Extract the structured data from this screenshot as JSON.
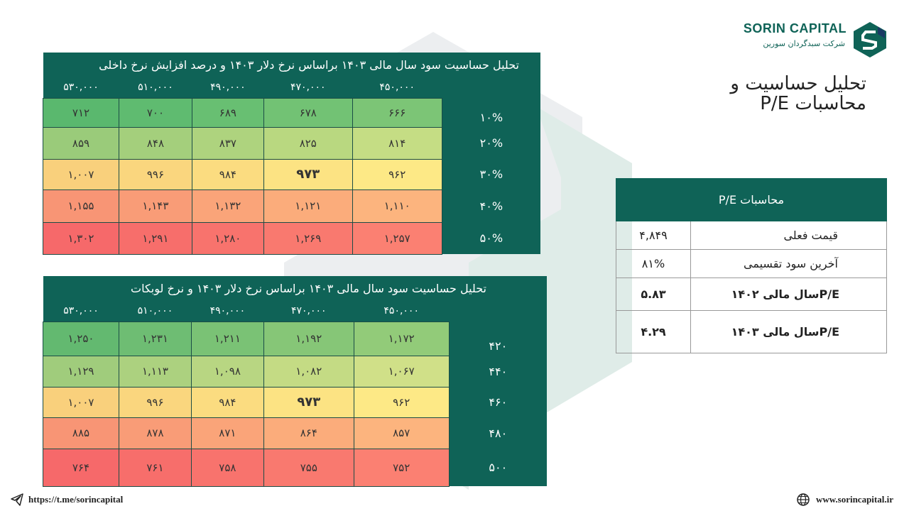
{
  "brand": {
    "name": "SORIN CAPITAL",
    "subtitle": "شرکت سبدگردان سورین"
  },
  "page_title_line1": "تحلیل حساسیت و",
  "page_title_line2": "محاسبات P/E",
  "table1": {
    "title": "تحلیل حساسیت سود سال مالی ۱۴۰۳ براساس نرخ دلار ۱۴۰۳ و درصد افزایش نرخ داخلی",
    "columns": [
      "۴۵۰,۰۰۰",
      "۴۷۰,۰۰۰",
      "۴۹۰,۰۰۰",
      "۵۱۰,۰۰۰",
      "۵۳۰,۰۰۰"
    ],
    "rows": [
      {
        "label": "۱۰%",
        "cells": [
          "۶۶۶",
          "۶۷۸",
          "۶۸۹",
          "۷۰۰",
          "۷۱۲"
        ]
      },
      {
        "label": "۲۰%",
        "cells": [
          "۸۱۴",
          "۸۲۵",
          "۸۳۷",
          "۸۴۸",
          "۸۵۹"
        ]
      },
      {
        "label": "۳۰%",
        "cells": [
          "۹۶۲",
          "۹۷۳",
          "۹۸۴",
          "۹۹۶",
          "۱,۰۰۷"
        ]
      },
      {
        "label": "۴۰%",
        "cells": [
          "۱,۱۱۰",
          "۱,۱۲۱",
          "۱,۱۳۲",
          "۱,۱۴۳",
          "۱,۱۵۵"
        ]
      },
      {
        "label": "۵۰%",
        "cells": [
          "۱,۲۵۷",
          "۱,۲۶۹",
          "۱,۲۸۰",
          "۱,۲۹۱",
          "۱,۳۰۲"
        ]
      }
    ],
    "row_colors": [
      [
        "#7cc576",
        "#72c274",
        "#68bf72",
        "#5fbb70",
        "#5ab86e"
      ],
      [
        "#c5dd84",
        "#b9d880",
        "#aed37e",
        "#a4cf7c",
        "#9acb7a"
      ],
      [
        "#fde986",
        "#fce383",
        "#fbdc80",
        "#fad67e",
        "#f9d07c"
      ],
      [
        "#fcb47e",
        "#fbac7b",
        "#faa479",
        "#f99c77",
        "#f89575"
      ],
      [
        "#fb8072",
        "#f9796f",
        "#f8736d",
        "#f76e6b",
        "#f6696a"
      ]
    ]
  },
  "table2": {
    "title": "تحلیل حساسیت سود سال مالی ۱۴۰۳ براساس نرخ دلار ۱۴۰۳ و نرخ لوبکات",
    "columns": [
      "۴۵۰,۰۰۰",
      "۴۷۰,۰۰۰",
      "۴۹۰,۰۰۰",
      "۵۱۰,۰۰۰",
      "۵۳۰,۰۰۰"
    ],
    "rows": [
      {
        "label": "۴۲۰",
        "cells": [
          "۱,۱۷۲",
          "۱,۱۹۲",
          "۱,۲۱۱",
          "۱,۲۳۱",
          "۱,۲۵۰"
        ]
      },
      {
        "label": "۴۴۰",
        "cells": [
          "۱,۰۶۷",
          "۱,۰۸۲",
          "۱,۰۹۸",
          "۱,۱۱۳",
          "۱,۱۲۹"
        ]
      },
      {
        "label": "۴۶۰",
        "cells": [
          "۹۶۲",
          "۹۷۳",
          "۹۸۴",
          "۹۹۶",
          "۱,۰۰۷"
        ]
      },
      {
        "label": "۴۸۰",
        "cells": [
          "۸۵۷",
          "۸۶۴",
          "۸۷۱",
          "۸۷۸",
          "۸۸۵"
        ]
      },
      {
        "label": "۵۰۰",
        "cells": [
          "۷۵۲",
          "۷۵۵",
          "۷۵۸",
          "۷۶۱",
          "۷۶۴"
        ]
      }
    ],
    "row_colors": [
      [
        "#92cb79",
        "#86c677",
        "#7ac275",
        "#6ebd73",
        "#63b970"
      ],
      [
        "#d0e088",
        "#c4db84",
        "#b8d682",
        "#acd17f",
        "#a0cc7c"
      ],
      [
        "#fde986",
        "#fce383",
        "#fbdc80",
        "#fad67e",
        "#f9d07c"
      ],
      [
        "#fcb47e",
        "#fbac7b",
        "#faa479",
        "#f99c77",
        "#f89575"
      ],
      [
        "#fb8072",
        "#f9796f",
        "#f8736d",
        "#f76e6b",
        "#f6696a"
      ]
    ]
  },
  "highlight": {
    "row": 2,
    "col": 1
  },
  "pe": {
    "header": "محاسبات P/E",
    "rows": [
      {
        "label": "قیمت فعلی",
        "value": "۴,۸۴۹"
      },
      {
        "label": "آخرین سود تقسیمی",
        "value": "۸۱%"
      },
      {
        "label": "P/Eسال مالی ۱۴۰۲",
        "value": "۵.۸۳"
      },
      {
        "label": "P/Eسال مالی ۱۴۰۳",
        "value": "۴.۲۹"
      }
    ]
  },
  "footer": {
    "telegram": "https://t.me/sorincapital",
    "website": "www.sorincapital.ir"
  },
  "colors": {
    "accent": "#0f6357",
    "watermark_gray": "#e6e8ea",
    "watermark_teal": "#dceae6"
  }
}
